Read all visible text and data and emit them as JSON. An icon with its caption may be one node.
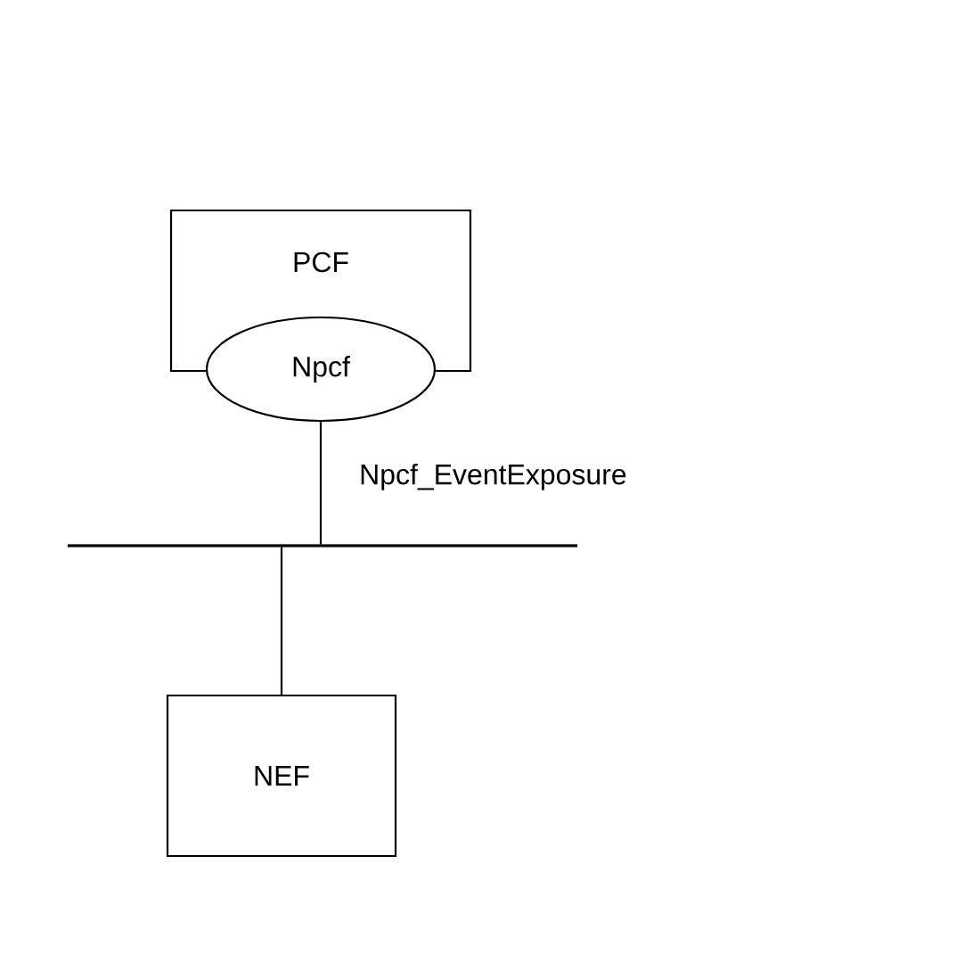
{
  "diagram": {
    "nodes": [
      {
        "text": [
          "PCF"
        ]
      },
      {
        "text": [
          "Npcf"
        ]
      },
      {
        "text": [],
        "shape": "bar"
      },
      {
        "text": [
          "NEF"
        ]
      }
    ],
    "edges": [
      {
        "from": 1,
        "to": 2,
        "arrow": "none",
        "label": "Npcf_EventExposure"
      },
      {
        "from": 2,
        "to": 3,
        "arrow": "none"
      }
    ]
  }
}
